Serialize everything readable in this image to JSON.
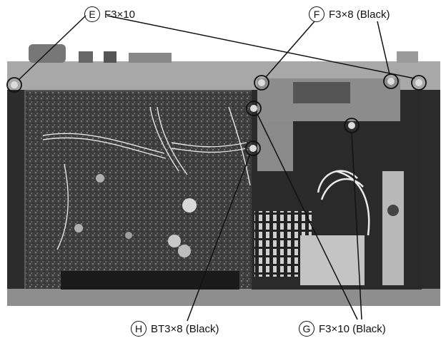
{
  "labels": {
    "e": {
      "letter": "E",
      "text": "F3×10"
    },
    "f": {
      "letter": "F",
      "text": "F3×8 (Black)"
    },
    "h": {
      "letter": "H",
      "text": "BT3×8 (Black)"
    },
    "g": {
      "letter": "G",
      "text": "F3×10 (Black)"
    }
  },
  "colors": {
    "chassis": "#9a9a9a",
    "board": "#4a4a4a",
    "dark": "#1e1e1e"
  }
}
